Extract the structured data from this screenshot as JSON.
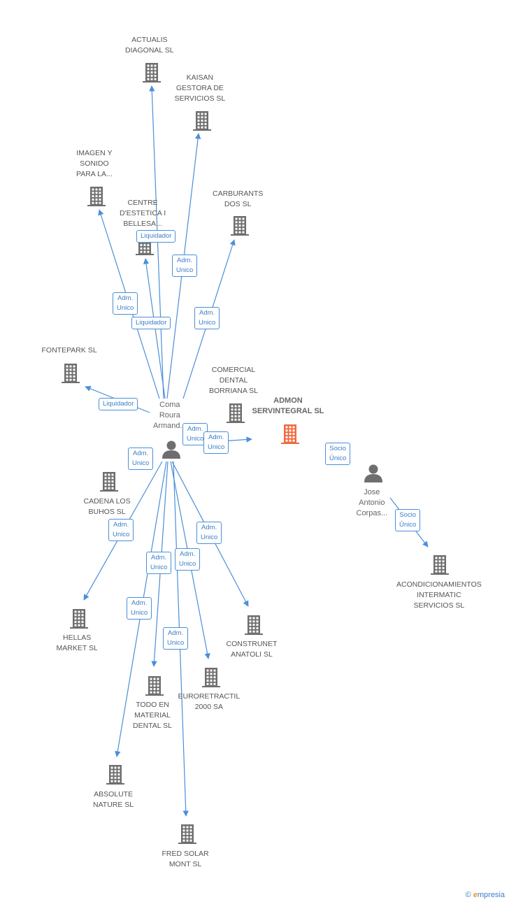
{
  "colors": {
    "edge": "#4a8fd9",
    "building": "#6e6e6e",
    "building_main": "#f06a3d",
    "person": "#6e6e6e"
  },
  "companies": [
    {
      "id": "actualis",
      "label": "ACTUALIS\nDIAGONAL SL",
      "main": false
    },
    {
      "id": "kaisan",
      "label": "KAISAN\nGESTORA DE\nSERVICIOS SL",
      "main": false
    },
    {
      "id": "imagen",
      "label": "IMAGEN Y\nSONIDO\nPARA LA...",
      "main": false
    },
    {
      "id": "centre",
      "label": "CENTRE\nD'ESTETICA I\nBELLESA...",
      "main": false
    },
    {
      "id": "carburants",
      "label": "CARBURANTS\nDOS SL",
      "main": false
    },
    {
      "id": "fontepark",
      "label": "FONTEPARK SL",
      "main": false
    },
    {
      "id": "comercial",
      "label": "COMERCIAL\nDENTAL\nBORRIANA SL",
      "main": false
    },
    {
      "id": "admon",
      "label": "ADMON\nSERVINTEGRAL SL",
      "main": true
    },
    {
      "id": "cadena",
      "label": "CADENA LOS\nBUHOS SL",
      "main": false
    },
    {
      "id": "hellas",
      "label": "HELLAS\nMARKET SL",
      "main": false
    },
    {
      "id": "construnet",
      "label": "CONSTRUNET\nANATOLI SL",
      "main": false
    },
    {
      "id": "todo",
      "label": "TODO EN\nMATERIAL\nDENTAL SL",
      "main": false
    },
    {
      "id": "euroretractil",
      "label": "EURORETRACTIL\n2000 SA",
      "main": false
    },
    {
      "id": "absolute",
      "label": "ABSOLUTE\nNATURE SL",
      "main": false
    },
    {
      "id": "fred",
      "label": "FRED SOLAR\nMONT SL",
      "main": false
    },
    {
      "id": "acondicionamientos",
      "label": "ACONDICIONAMIENTOS\nINTERMATIC\nSERVICIOS SL",
      "main": false
    }
  ],
  "persons": [
    {
      "id": "coma",
      "label": "Coma\nRoura\nArmand..."
    },
    {
      "id": "jose",
      "label": "Jose\nAntonio\nCorpas..."
    }
  ],
  "relations": [
    {
      "id": "r-liq-centre",
      "text": "Liquidador"
    },
    {
      "id": "r-adm-kaisan",
      "text": "Adm.\nUnico"
    },
    {
      "id": "r-adm-imagen",
      "text": "Adm.\nUnico"
    },
    {
      "id": "r-liq-imagen",
      "text": "Liquidador"
    },
    {
      "id": "r-adm-carburants",
      "text": "Adm.\nUnico"
    },
    {
      "id": "r-liq-fontepark",
      "text": "Liquidador"
    },
    {
      "id": "r-adm-admon-1",
      "text": "Adm.\nUnico"
    },
    {
      "id": "r-adm-admon-2",
      "text": "Adm.\nUnico"
    },
    {
      "id": "r-adm-cadena",
      "text": "Adm.\nUnico"
    },
    {
      "id": "r-adm-hellas",
      "text": "Adm.\nUnico"
    },
    {
      "id": "r-socio-admon",
      "text": "Socio\nÚnico"
    },
    {
      "id": "r-socio-acond",
      "text": "Socio\nÚnico"
    },
    {
      "id": "r-adm-construnet",
      "text": "Adm.\nUnico"
    },
    {
      "id": "r-adm-todo",
      "text": "Adm.\nUnico"
    },
    {
      "id": "r-adm-euro",
      "text": "Adm.\nUnico"
    },
    {
      "id": "r-adm-absolute",
      "text": "Adm.\nUnico"
    },
    {
      "id": "r-adm-fred",
      "text": "Adm.\nUnico"
    }
  ],
  "footer": {
    "copyright": "©",
    "brand_e": "e",
    "brand_rest": "mpresia"
  }
}
